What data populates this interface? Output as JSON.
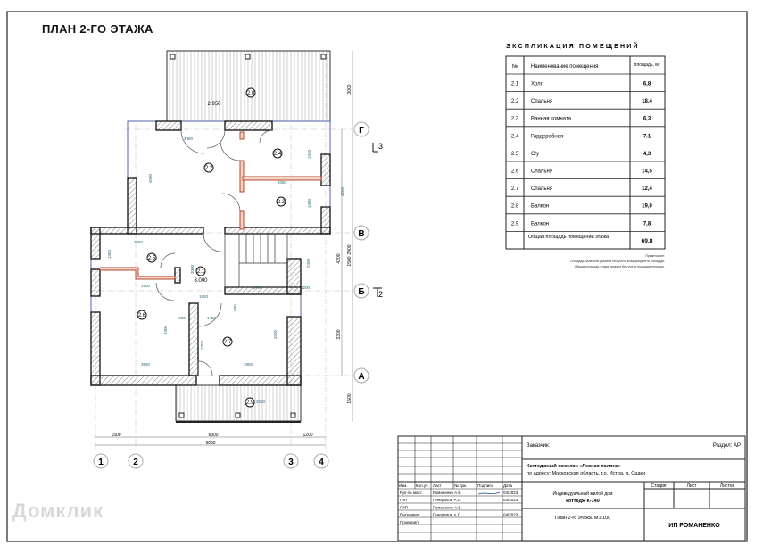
{
  "sheet": {
    "title": "ПЛАН 2-ГО ЭТАЖА",
    "watermark": "Домклик"
  },
  "explication": {
    "title": "ЭКСПЛИКАЦИЯ ПОМЕЩЕНИЙ",
    "headers": {
      "num": "№",
      "name": "Наименование помещения",
      "area": "площадь, м²"
    },
    "rows": [
      {
        "num": "2.1",
        "name": "Холл",
        "area": "6,8"
      },
      {
        "num": "2.2",
        "name": "Спальня",
        "area": "18.4"
      },
      {
        "num": "2.3",
        "name": "Ванная комната",
        "area": "6,3"
      },
      {
        "num": "2.4",
        "name": "Гардеробная",
        "area": "7.1"
      },
      {
        "num": "2.5",
        "name": "С/у",
        "area": "4,3"
      },
      {
        "num": "2.6",
        "name": "Спальня",
        "area": "14,5"
      },
      {
        "num": "2.7",
        "name": "Спальня",
        "area": "12,4"
      },
      {
        "num": "2.8",
        "name": "Балкон",
        "area": "19,0"
      },
      {
        "num": "2.9",
        "name": "Балкон",
        "area": "7,8"
      }
    ],
    "total": {
      "name": "Общая площадь помещений этажа",
      "area": "69,8"
    },
    "notes": [
      "Примечание:",
      "Площадь балконов указана без учета коэффициента площади.",
      "Общая площадь этажа указана без учета площади террасы."
    ]
  },
  "plan": {
    "rooms": [
      "2.1",
      "2.2",
      "2.3",
      "2.4",
      "2.5",
      "2.6",
      "2.7",
      "2.8",
      "2.9"
    ],
    "level_mark": "3.000",
    "balcony_mark": "2.950",
    "axes_letters": [
      "Г",
      "В",
      "Б",
      "А"
    ],
    "axes_numbers": [
      "1",
      "2",
      "3",
      "4"
    ],
    "section_marks": [
      "3",
      "2"
    ],
    "dims_bottom": [
      "1500",
      "6300",
      "1200",
      "9000"
    ],
    "dims_right": [
      "3000",
      "4200",
      "2400",
      "1500",
      "3300",
      "1500"
    ],
    "dims_inner": [
      "4000",
      "2980",
      "1930",
      "1900",
      "3050",
      "1300",
      "3000",
      "3100",
      "1850",
      "2400",
      "2700",
      "1200",
      "600",
      "1450",
      "600",
      "3300",
      "2700",
      "3300",
      "3650",
      "3950",
      "2500",
      "4200",
      "2080"
    ]
  },
  "stamp": {
    "customer_label": "Заказчик:",
    "section": "Раздел: АР",
    "project_line1": "Коттеджный поселок «Лесная поляна»",
    "project_line2": "по адресу: Московская область, г.о. Истра, д. Садки",
    "headers": [
      "Изм.",
      "Кол.уч",
      "Лист",
      "№ док.",
      "Подпись",
      "Дата"
    ],
    "people": [
      {
        "role": "Рук-ль маст.",
        "name": "Романенко А.В.",
        "date": "04/2023"
      },
      {
        "role": "ГАП",
        "name": "Генералов А.С.",
        "date": "04/2023"
      },
      {
        "role": "ГИП",
        "name": "Романенко А.В.",
        "date": ""
      },
      {
        "role": "Выполнил",
        "name": "Генералов А.С.",
        "date": "04/2023"
      },
      {
        "role": "Проверил",
        "name": "",
        "date": ""
      }
    ],
    "object_line1": "Индивидуальный жилой дом",
    "object_line2": "коттедж К-140",
    "sheet_name": "План 2-го этажа. М1:100",
    "stage_headers": [
      "Стадия",
      "Лист",
      "Листов"
    ],
    "company": "ИП РОМАНЕНКО"
  }
}
